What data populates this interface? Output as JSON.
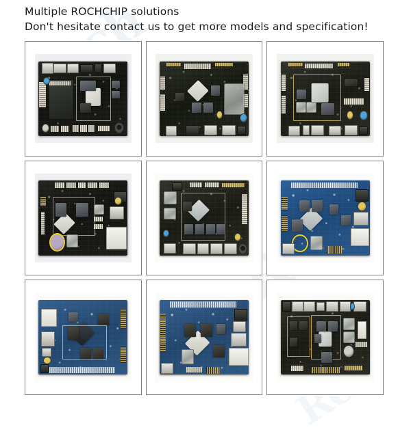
{
  "document": {
    "title": "Multiple ROCHCHIP solutions",
    "background_color": "#ffffff",
    "border_color": "#808080"
  },
  "headings": {
    "line1": "Multiple ROCHCHIP solutions",
    "line2": "Don't hesitate contact us to get more models and specification!"
  },
  "watermark": {
    "text": "Rch",
    "color": "#9fbcd6",
    "instances": [
      "Rch",
      "Rch",
      "Rch",
      "Rch"
    ]
  },
  "gallery": {
    "columns": 3,
    "rows": 3,
    "cells": [
      {
        "index": 1,
        "position": "row1-col1",
        "board_color": "#1d1e1a",
        "board_color_name": "black",
        "backdrop": "bg-lilac",
        "main_chip": "white-square-heatsink",
        "description": "Black PCB development board with silver heatsink, HDMI and USB ports along top edge"
      },
      {
        "index": 2,
        "position": "row1-col2",
        "board_color": "#14180f",
        "board_color_name": "dark-green",
        "backdrop": "bg-grey",
        "main_chip": "white-diamond",
        "description": "Dark green PCB with rotated white SoC, ribbon connector along top, HDMI and USB along bottom"
      },
      {
        "index": 3,
        "position": "row1-col3",
        "board_color": "#1a1b14",
        "board_color_name": "dark-olive",
        "backdrop": "bg-grey",
        "main_chip": "pale-square",
        "description": "Dark PCB with large pale SoC, gold edge connectors, HDMI and USB ports along bottom"
      },
      {
        "index": 4,
        "position": "row2-col1",
        "board_color": "#131310",
        "board_color_name": "black",
        "backdrop": "bg-lilac",
        "main_chip": "white-diamond",
        "description": "Black PCB with white diamond SoC, yellow coin-cell ring, white JST connectors along top"
      },
      {
        "index": 5,
        "position": "row2-col2",
        "board_color": "#1a1b14",
        "board_color_name": "dark-olive",
        "backdrop": "bg-white",
        "main_chip": "silver-diamond",
        "description": "Dark PCB with silver diamond SoC, four memory chips, HDMI and USB ports along bottom"
      },
      {
        "index": 6,
        "position": "row2-col3",
        "board_color": "#2b5a8c",
        "board_color_name": "blue",
        "backdrop": "bg-white",
        "main_chip": "silver-diamond",
        "description": "Blue PCB with silver diamond SoC, yellow coin-cell ring, pin headers along left edge"
      },
      {
        "index": 7,
        "position": "row3-col1",
        "board_color": "#23466d",
        "board_color_name": "blue",
        "backdrop": "bg-white",
        "main_chip": "dark-diamond",
        "description": "Blue PCB with dark diamond SoC, Ethernet and USB on left edge, pin headers on right edge"
      },
      {
        "index": 8,
        "position": "row3-col2",
        "board_color": "#23466d",
        "board_color_name": "blue",
        "backdrop": "bg-white",
        "main_chip": "white-diamond",
        "description": "Blue PCB with white diamond SoC, long pin header on left edge, connector strip along top"
      },
      {
        "index": 9,
        "position": "row3-col3",
        "board_color": "#1d2228",
        "board_color_name": "dark",
        "backdrop": "bg-white",
        "main_chip": "pale-square",
        "description": "Dark PCB with pale square SoC in yellow silkscreen outline, ports along top edge"
      }
    ]
  }
}
